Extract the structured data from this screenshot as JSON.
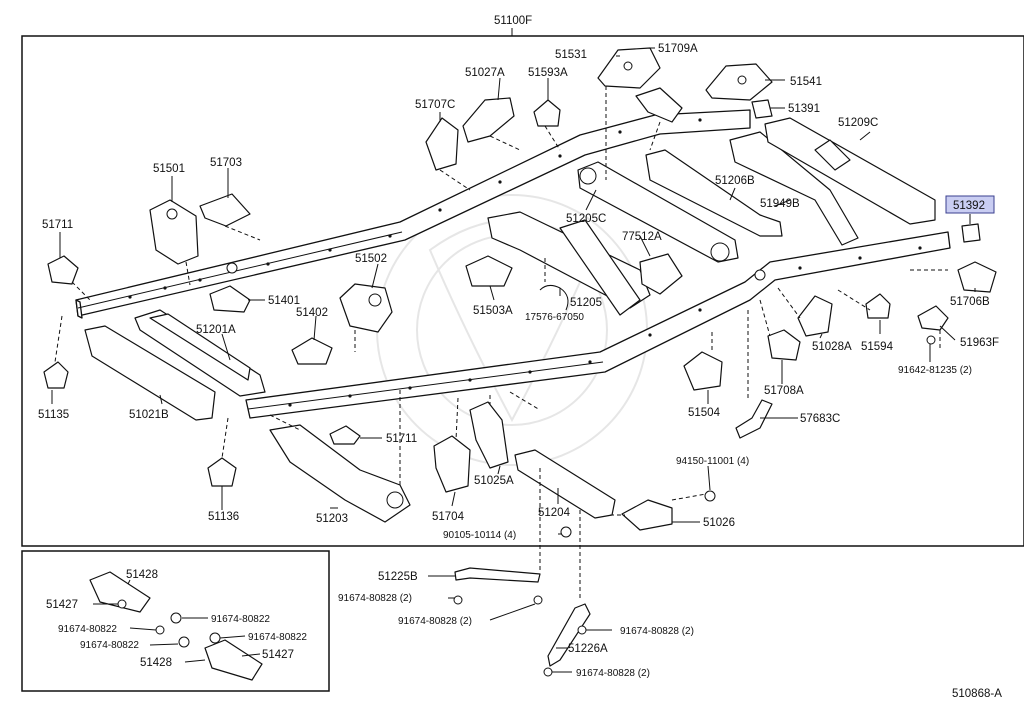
{
  "diagram_code": "510868-A",
  "assembly_label": "51100F",
  "highlighted_part": "51392",
  "labels": {
    "p51100F": "51100F",
    "p51531": "51531",
    "p51709A": "51709A",
    "p51027A": "51027A",
    "p51593A": "51593A",
    "p51541": "51541",
    "p51391": "51391",
    "p51707C": "51707C",
    "p51209C": "51209C",
    "p51501": "51501",
    "p51703": "51703",
    "p51206B": "51206B",
    "p51949B": "51949B",
    "p51392": "51392",
    "p51711a": "51711",
    "p51205C": "51205C",
    "p77512A": "77512A",
    "p51502": "51502",
    "p51706B": "51706B",
    "p51401": "51401",
    "p51503A": "51503A",
    "p51205": "51205",
    "p17576": "17576-67050",
    "p51201A": "51201A",
    "p51402": "51402",
    "p51028A": "51028A",
    "p51594": "51594",
    "p51963F": "51963F",
    "p91642": "91642-81235 (2)",
    "p51135": "51135",
    "p51021B": "51021B",
    "p51504": "51504",
    "p51708A": "51708A",
    "p57683C": "57683C",
    "p51711b": "51711",
    "p94150": "94150-11001 (4)",
    "p51136": "51136",
    "p51025A": "51025A",
    "p51203": "51203",
    "p51704": "51704",
    "p51204": "51204",
    "p51026": "51026",
    "p90105": "90105-10114 (4)",
    "p51428a": "51428",
    "p51427a": "51427",
    "p91674a": "91674-80822",
    "p91674b": "91674-80822",
    "p91674c": "91674-80822",
    "p91674d": "91674-80822",
    "p51428b": "51428",
    "p51427b": "51427",
    "p51225B": "51225B",
    "p91674e": "91674-80828 (2)",
    "p91674f": "91674-80828 (2)",
    "p91674g": "91674-80828 (2)",
    "p51226A": "51226A",
    "p91674h": "91674-80828 (2)"
  }
}
